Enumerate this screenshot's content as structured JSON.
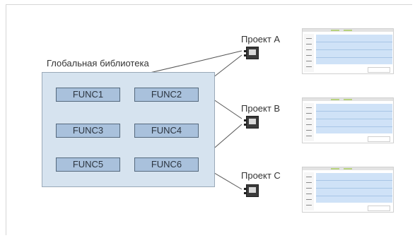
{
  "library": {
    "label": "Глобальная библиотека",
    "functions": [
      "FUNC1",
      "FUNC2",
      "FUNC3",
      "FUNC4",
      "FUNC5",
      "FUNC6"
    ]
  },
  "projects": [
    {
      "label": "Проект A"
    },
    {
      "label": "Проект B"
    },
    {
      "label": "Проект C"
    }
  ],
  "colors": {
    "library_bg": "#d6e3ef",
    "func_bg": "#a9c1dc",
    "thumb_main": "#cfe2f7",
    "device": "#3a3a3a"
  },
  "icons": [
    "device-icon",
    "screenshot-thumbnail"
  ]
}
